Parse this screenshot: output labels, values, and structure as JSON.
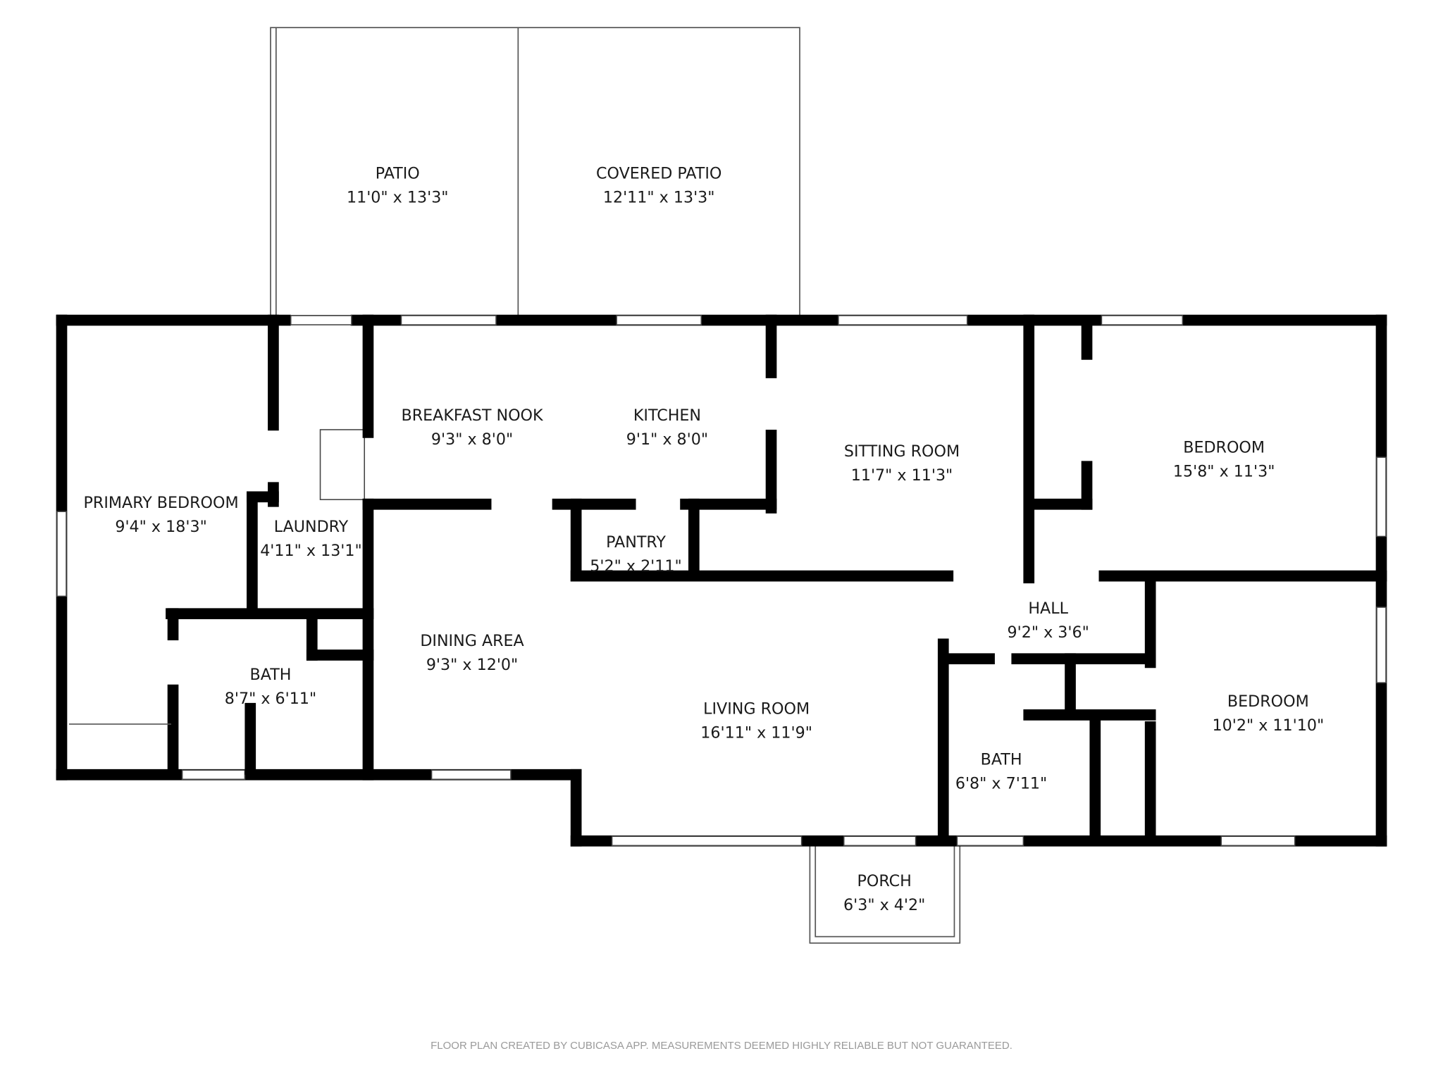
{
  "rooms": {
    "patio": {
      "name": "PATIO",
      "size": "11'0\" x 13'3\""
    },
    "covered_patio": {
      "name": "COVERED PATIO",
      "size": "12'11\" x 13'3\""
    },
    "primary_bedroom": {
      "name": "PRIMARY BEDROOM",
      "size": "9'4\" x 18'3\""
    },
    "laundry": {
      "name": "LAUNDRY",
      "size": "4'11\" x 13'1\""
    },
    "breakfast_nook": {
      "name": "BREAKFAST NOOK",
      "size": "9'3\" x 8'0\""
    },
    "kitchen": {
      "name": "KITCHEN",
      "size": "9'1\" x 8'0\""
    },
    "sitting_room": {
      "name": "SITTING ROOM",
      "size": "11'7\" x 11'3\""
    },
    "bedroom_1": {
      "name": "BEDROOM",
      "size": "15'8\" x 11'3\""
    },
    "pantry": {
      "name": "PANTRY",
      "size": "5'2\" x 2'11\""
    },
    "hall": {
      "name": "HALL",
      "size": "9'2\" x 3'6\""
    },
    "dining_area": {
      "name": "DINING AREA",
      "size": "9'3\" x 12'0\""
    },
    "bath_1": {
      "name": "BATH",
      "size": "8'7\" x 6'11\""
    },
    "living_room": {
      "name": "LIVING ROOM",
      "size": "16'11\" x 11'9\""
    },
    "bath_2": {
      "name": "BATH",
      "size": "6'8\" x 7'11\""
    },
    "bedroom_2": {
      "name": "BEDROOM",
      "size": "10'2\" x 11'10\""
    },
    "porch": {
      "name": "PORCH",
      "size": "6'3\" x 4'2\""
    }
  },
  "footer": "FLOOR PLAN CREATED BY CUBICASA APP. MEASUREMENTS DEEMED HIGHLY RELIABLE BUT NOT GUARANTEED."
}
